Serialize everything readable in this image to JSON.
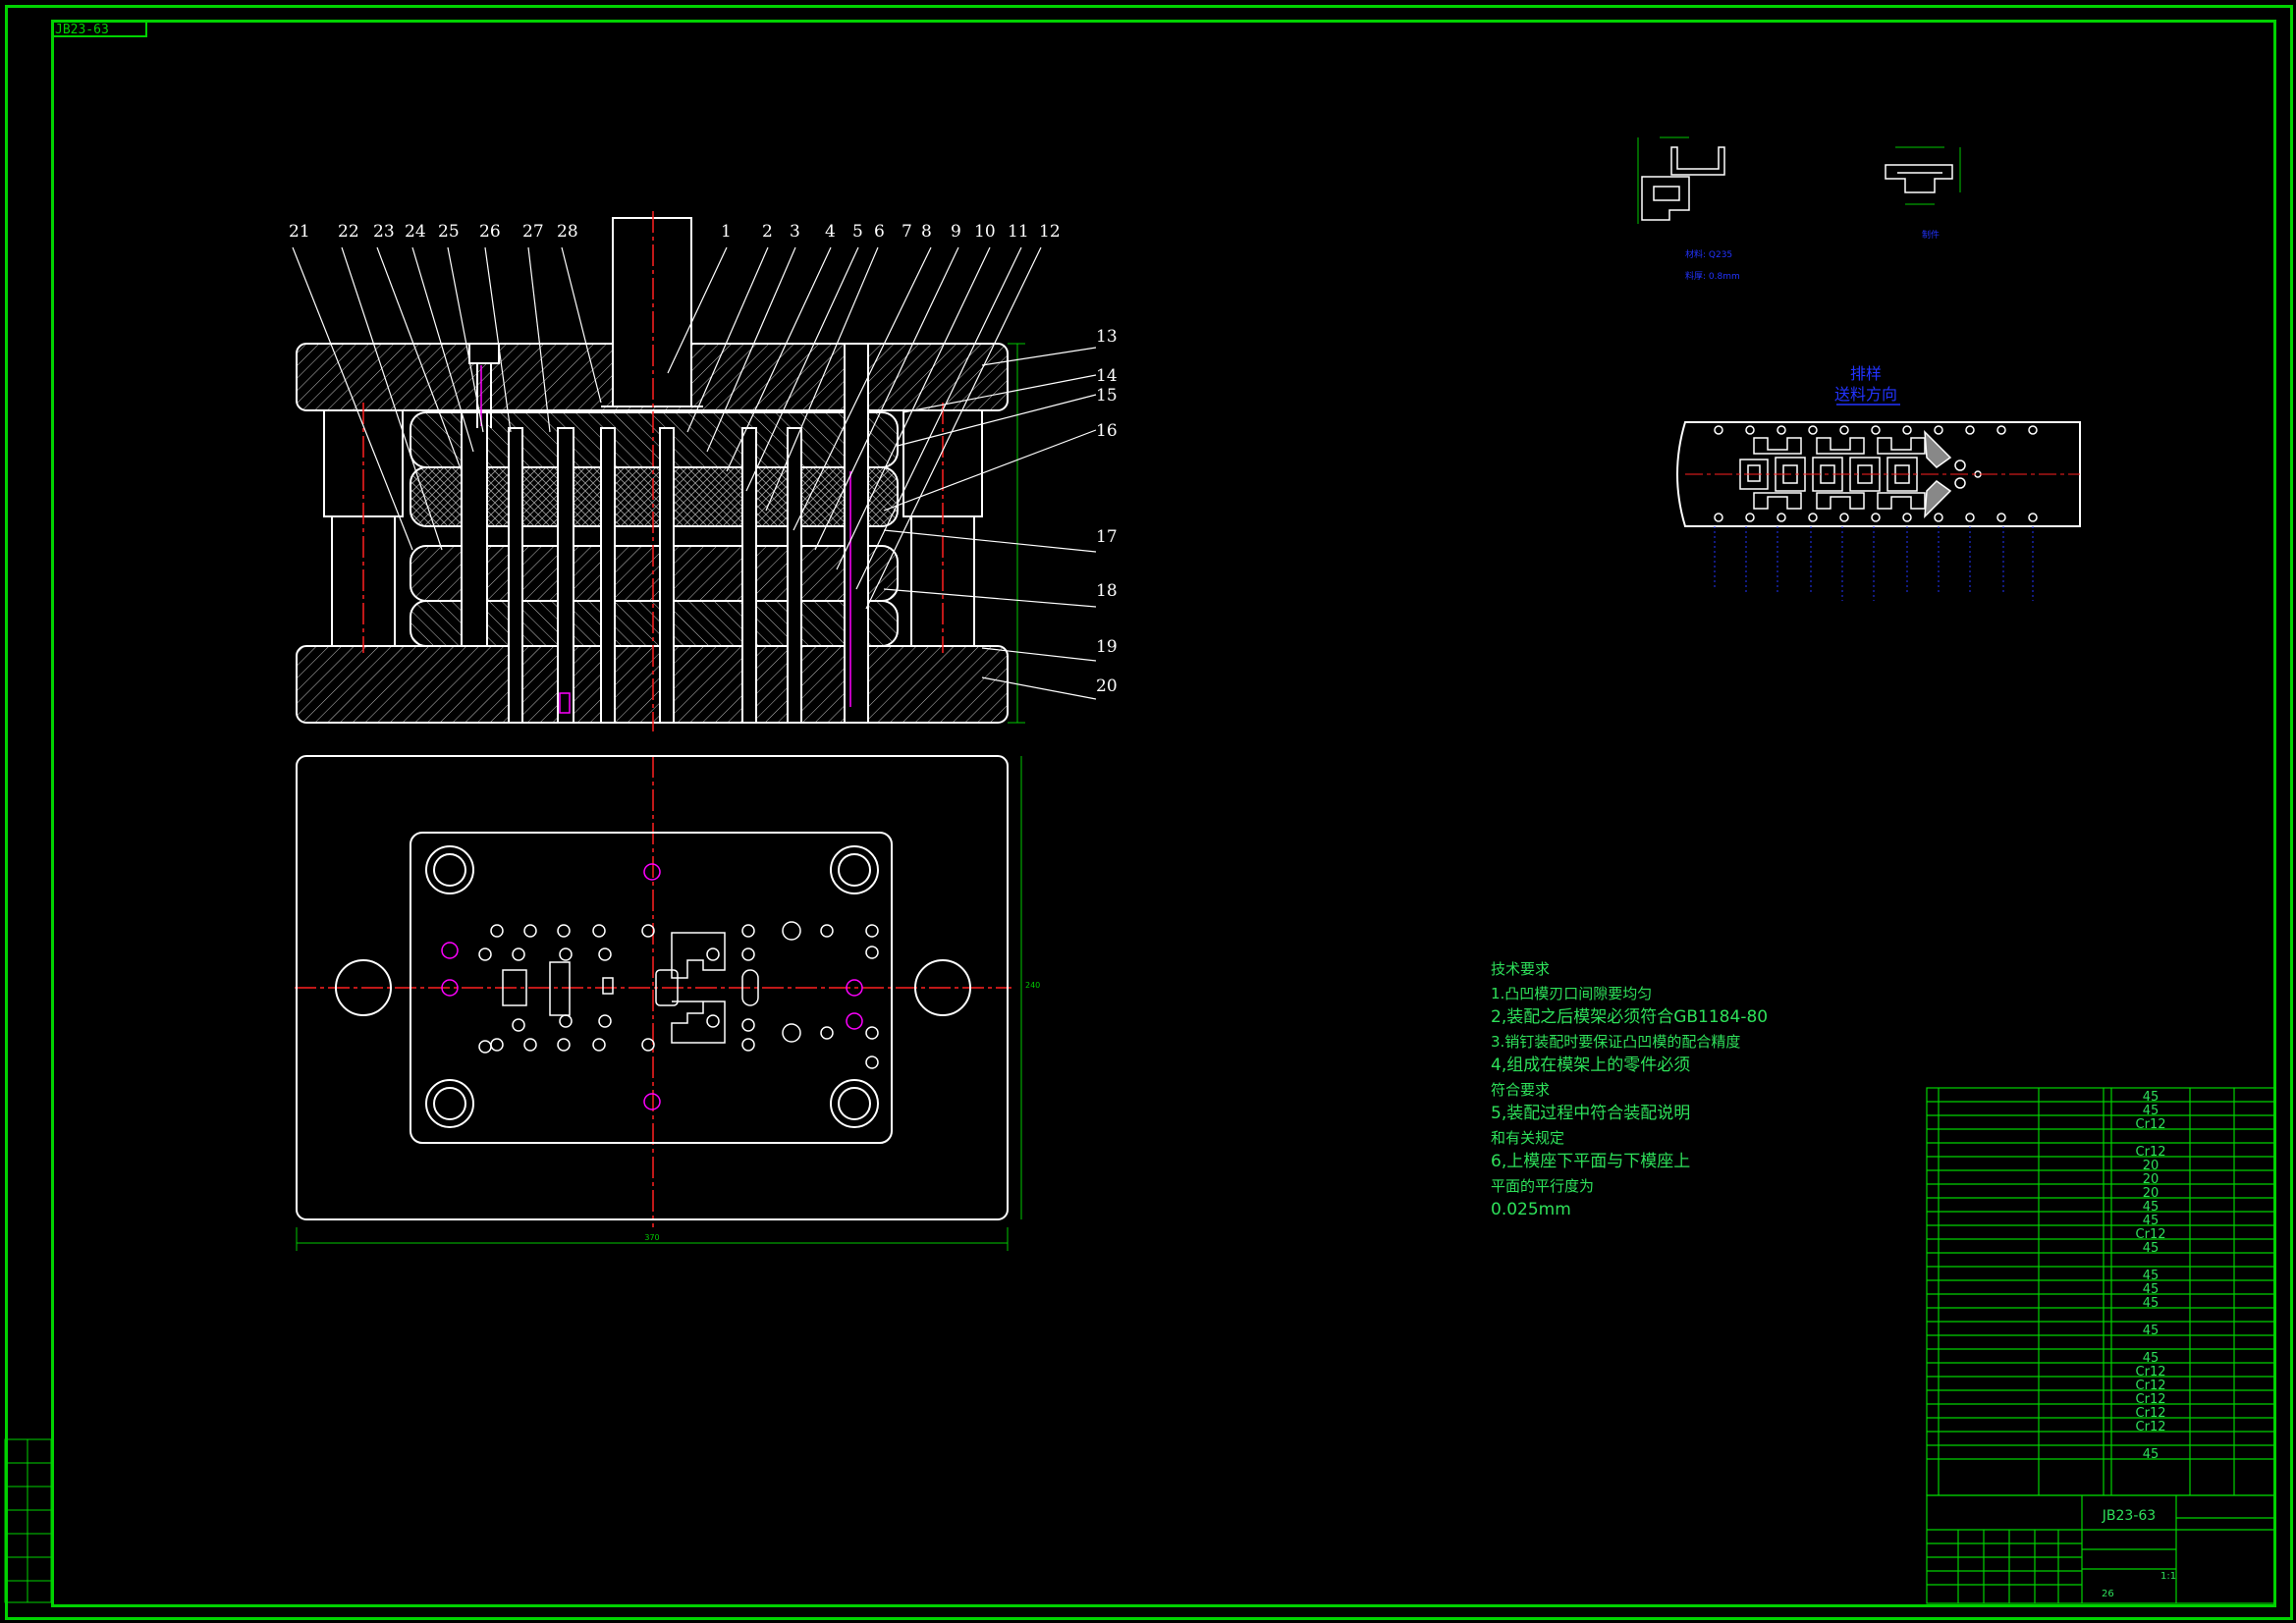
{
  "drawing": {
    "sheet_tag": "JB23-63",
    "part_numbers_top": [
      "21",
      "22",
      "23",
      "24",
      "25",
      "26",
      "27",
      "28",
      "1",
      "2",
      "3",
      "4",
      "5",
      "6",
      "7",
      "8",
      "9",
      "10",
      "11",
      "12"
    ],
    "part_numbers_right": [
      "13",
      "14",
      "15",
      "16",
      "17",
      "18",
      "19",
      "20"
    ],
    "strip_title": "排样",
    "strip_direction": "送料方向",
    "part_view_label": "制件",
    "material_note": [
      "材料: Q235",
      "料厚: 0.8mm"
    ],
    "plan_width_dim": "370",
    "plan_height_dim": "240",
    "tech_requirements": [
      "技术要求",
      "1.凸凹模刃口间隙要均匀",
      "2,装配之后模架必须符合GB1184-80",
      "3.销钉装配时要保证凸凹模的配合精度",
      "4,组成在模架上的零件必须",
      "符合要求",
      "5,装配过程中符合装配说明",
      "和有关规定",
      "6,上模座下平面与下模座上",
      "平面的平行度为",
      "0.025mm"
    ],
    "title_block": {
      "drawing_no": "JB23-63",
      "scale": "1:1",
      "sheet_count": "26"
    },
    "bom_materials": [
      "45",
      "45",
      "Cr12",
      "",
      "Cr12",
      "20",
      "20",
      "20",
      "45",
      "45",
      "Cr12",
      "45",
      "",
      "45",
      "45",
      "45",
      "",
      "45",
      "",
      "45",
      "Cr12",
      "Cr12",
      "Cr12",
      "Cr12",
      "Cr12",
      "",
      "45"
    ],
    "colors": {
      "border": "#00d200",
      "lines": "#ffffff",
      "text": "#2ee05a",
      "centerline": "#ff2020",
      "dim": "#00c800",
      "blue": "#2233ff",
      "magenta": "#ff00ff"
    }
  }
}
